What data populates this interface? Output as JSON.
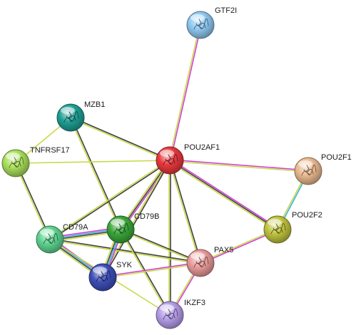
{
  "nodes": [
    {
      "id": "POU2AF1",
      "label": "POU2AF1",
      "color": "#e8383d",
      "icon": "protein-structure-icon"
    },
    {
      "id": "GTF2I",
      "label": "GTF2I",
      "color": "#8ec8f0",
      "icon": "protein-structure-icon"
    },
    {
      "id": "MZB1",
      "label": "MZB1",
      "color": "#1f9e93",
      "icon": "protein-structure-icon"
    },
    {
      "id": "TNFRSF17",
      "label": "TNFRSF17",
      "color": "#a8de5a",
      "icon": "protein-structure-icon"
    },
    {
      "id": "POU2F1",
      "label": "POU2F1",
      "color": "#e9b98f",
      "icon": "protein-structure-icon"
    },
    {
      "id": "POU2F2",
      "label": "POU2F2",
      "color": "#bfc23e",
      "icon": "protein-structure-icon"
    },
    {
      "id": "CD79A",
      "label": "CD79A",
      "color": "#5ed38f",
      "icon": "protein-structure-icon"
    },
    {
      "id": "CD79B",
      "label": "CD79B",
      "color": "#3aa63a",
      "icon": "protein-structure-icon"
    },
    {
      "id": "SYK",
      "label": "SYK",
      "color": "#3e4fb8",
      "icon": "protein-structure-icon"
    },
    {
      "id": "PAX5",
      "label": "PAX5",
      "color": "#e89a9a",
      "icon": "protein-structure-icon"
    },
    {
      "id": "IKZF3",
      "label": "IKZF3",
      "color": "#b49ce8",
      "icon": "protein-structure-icon"
    }
  ],
  "edges": [
    {
      "source": "GTF2I",
      "target": "POU2AF1",
      "evidence": [
        "magenta",
        "yellow"
      ]
    },
    {
      "source": "MZB1",
      "target": "TNFRSF17",
      "evidence": [
        "yellow"
      ]
    },
    {
      "source": "MZB1",
      "target": "POU2AF1",
      "evidence": [
        "black",
        "yellow"
      ]
    },
    {
      "source": "MZB1",
      "target": "CD79B",
      "evidence": [
        "black",
        "yellow"
      ]
    },
    {
      "source": "TNFRSF17",
      "target": "POU2AF1",
      "evidence": [
        "yellow"
      ]
    },
    {
      "source": "TNFRSF17",
      "target": "CD79A",
      "evidence": [
        "black",
        "yellow"
      ]
    },
    {
      "source": "POU2AF1",
      "target": "POU2F1",
      "evidence": [
        "magenta",
        "yellow"
      ]
    },
    {
      "source": "POU2AF1",
      "target": "POU2F2",
      "evidence": [
        "magenta",
        "black",
        "yellow"
      ]
    },
    {
      "source": "POU2AF1",
      "target": "CD79A",
      "evidence": [
        "black",
        "yellow"
      ]
    },
    {
      "source": "POU2AF1",
      "target": "CD79B",
      "evidence": [
        "magenta",
        "black",
        "yellow"
      ]
    },
    {
      "source": "POU2AF1",
      "target": "SYK",
      "evidence": [
        "black",
        "yellow"
      ]
    },
    {
      "source": "POU2AF1",
      "target": "PAX5",
      "evidence": [
        "black",
        "yellow"
      ]
    },
    {
      "source": "POU2AF1",
      "target": "IKZF3",
      "evidence": [
        "black",
        "yellow"
      ]
    },
    {
      "source": "POU2F1",
      "target": "POU2F2",
      "evidence": [
        "cyan",
        "yellow"
      ]
    },
    {
      "source": "POU2F2",
      "target": "PAX5",
      "evidence": [
        "magenta",
        "yellow"
      ]
    },
    {
      "source": "CD79A",
      "target": "CD79B",
      "evidence": [
        "magenta",
        "cyan",
        "black",
        "yellow"
      ]
    },
    {
      "source": "CD79A",
      "target": "SYK",
      "evidence": [
        "magenta",
        "cyan",
        "black",
        "yellow"
      ]
    },
    {
      "source": "CD79A",
      "target": "PAX5",
      "evidence": [
        "black",
        "yellow"
      ]
    },
    {
      "source": "CD79B",
      "target": "SYK",
      "evidence": [
        "magenta",
        "cyan",
        "black",
        "yellow"
      ]
    },
    {
      "source": "CD79B",
      "target": "PAX5",
      "evidence": [
        "black",
        "yellow"
      ]
    },
    {
      "source": "CD79B",
      "target": "IKZF3",
      "evidence": [
        "black",
        "yellow"
      ]
    },
    {
      "source": "SYK",
      "target": "PAX5",
      "evidence": [
        "magenta",
        "yellow"
      ]
    },
    {
      "source": "PAX5",
      "target": "IKZF3",
      "evidence": [
        "magenta",
        "yellow"
      ]
    },
    {
      "source": "CD79A",
      "target": "IKZF3",
      "evidence": [
        "yellow"
      ]
    }
  ],
  "evidence_colors": {
    "magenta": "#d23fd2",
    "cyan": "#35b3dc",
    "black": "#404040",
    "yellow": "#c8d94a"
  }
}
